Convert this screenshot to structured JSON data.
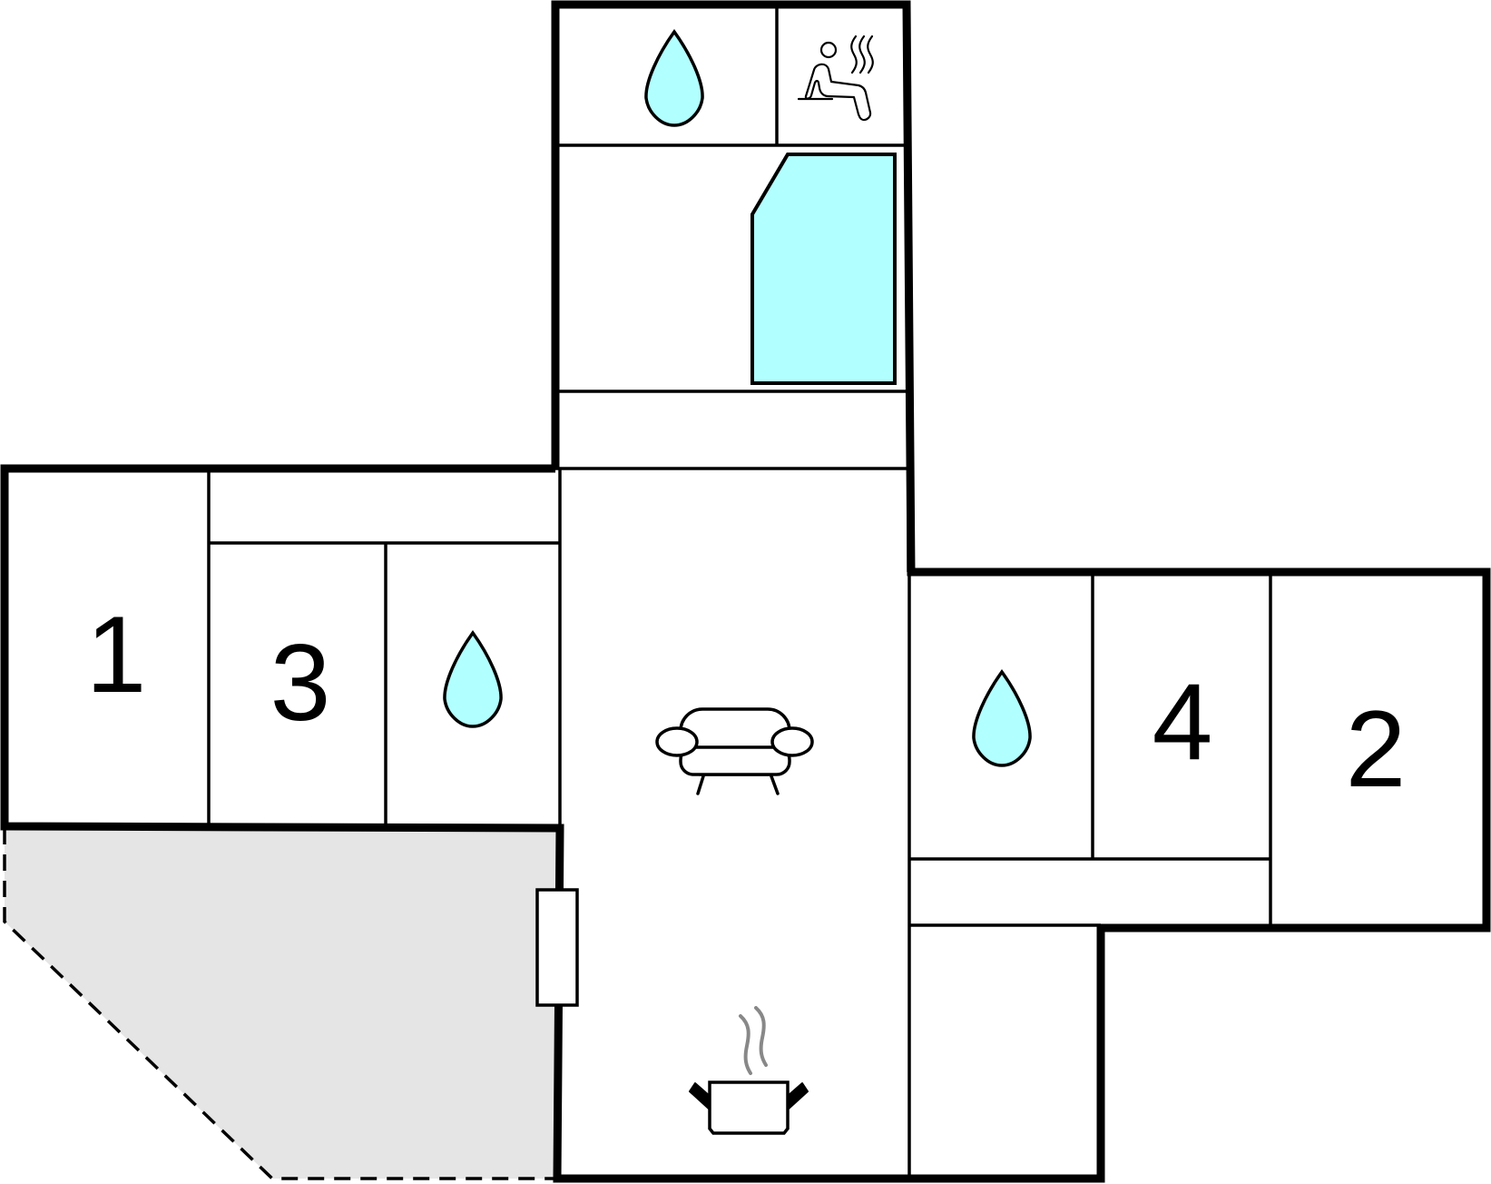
{
  "rooms": {
    "bedroom_1": "1",
    "bedroom_2": "2",
    "bedroom_3": "3",
    "bedroom_4": "4"
  },
  "icons": {
    "bathroom_top": "water-drop-icon",
    "bathroom_left": "water-drop-icon",
    "bathroom_right": "water-drop-icon",
    "sauna": "sauna-icon",
    "living": "sofa-icon",
    "kitchen": "cooking-pot-icon"
  },
  "colors": {
    "water": "#b2ffff",
    "terrace": "#e5e5e5",
    "wall": "#000000",
    "steam": "#888888"
  }
}
